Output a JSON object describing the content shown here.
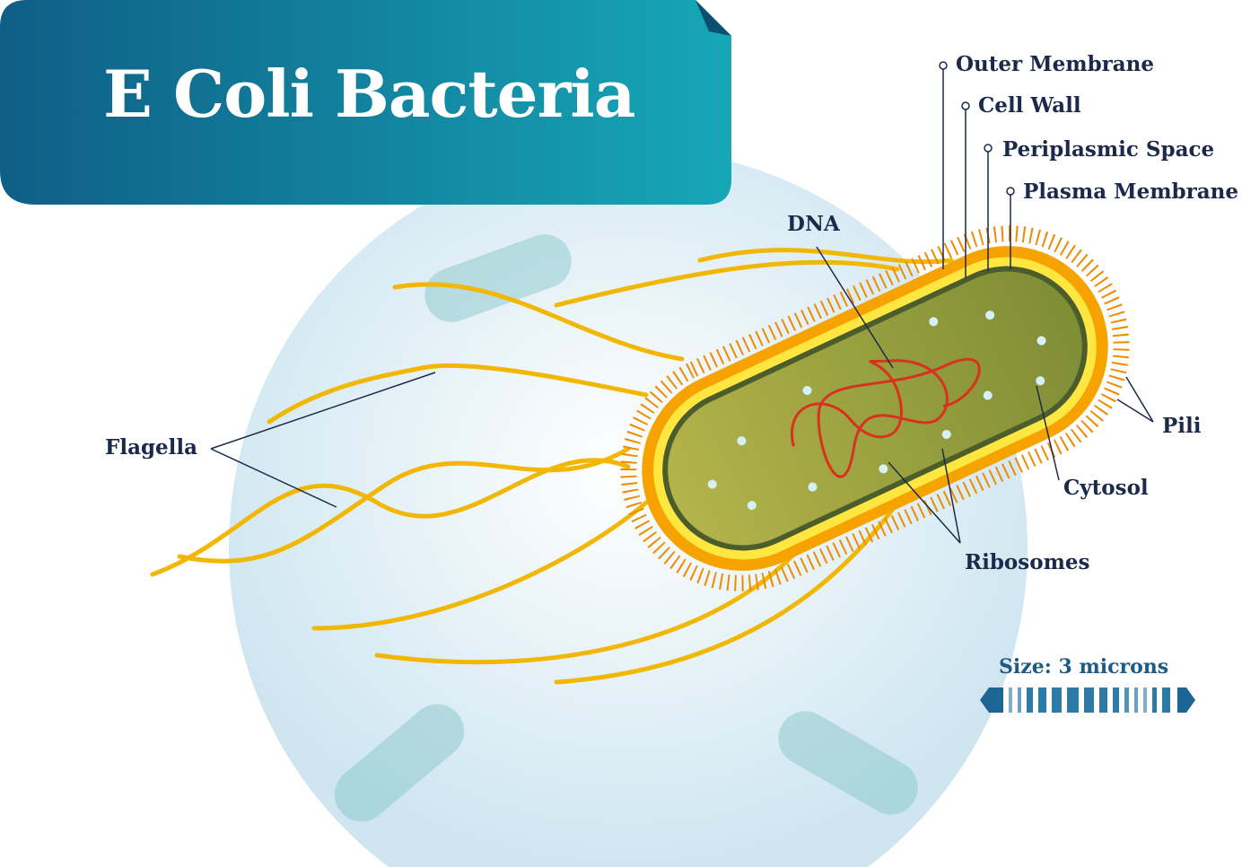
{
  "title": "E Coli Bacteria",
  "labels": {
    "outer_membrane": "Outer Membrane",
    "cell_wall": "Cell Wall",
    "periplasmic_space": "Periplasmic Space",
    "plasma_membrane": "Plasma Membrane",
    "dna": "DNA",
    "flagella": "Flagella",
    "pili": "Pili",
    "cytosol": "Cytosol",
    "ribosomes": "Ribosomes"
  },
  "scale": {
    "label": "Size: 3 microns"
  },
  "colors": {
    "banner": "#137a98",
    "membrane": "#f5b800",
    "cytoplasm": "#8d9a3a",
    "dna": "#d8321e",
    "text": "#1b2a4a"
  }
}
